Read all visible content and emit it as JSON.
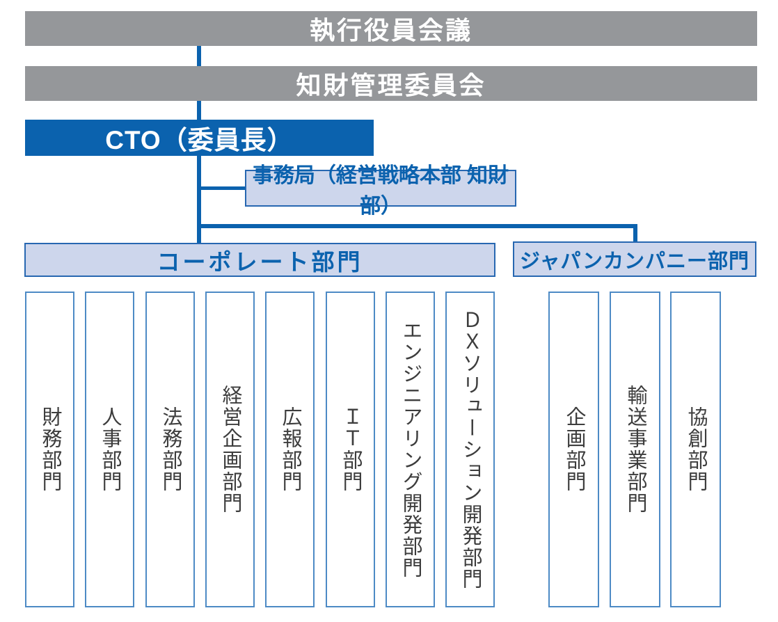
{
  "org_chart": {
    "executive_board": "執行役員会議",
    "ip_committee": "知財管理委員会",
    "cto": "CTO（委員長）",
    "secretariat": "事務局（経営戦略本部 知財部）",
    "groups": [
      {
        "label": "コーポレート部門",
        "departments": [
          "財務部門",
          "人事部門",
          "法務部門",
          "経営企画部門",
          "広報部門",
          "ＩＴ部門",
          "エンジニアリング開発部門",
          "ＤＸソリューション開発部門"
        ]
      },
      {
        "label": "ジャパンカンパニー部門",
        "departments": [
          "企画部門",
          "輸送事業部門",
          "協創部門"
        ]
      }
    ]
  },
  "colors": {
    "bar_gray": "#95979a",
    "primary_blue": "#0b62ae",
    "light_blue_fill": "#cdd6ec",
    "box_border_blue": "#2767b1",
    "column_border_blue": "#4d8ac5",
    "department_text": "#3d3d3d"
  }
}
